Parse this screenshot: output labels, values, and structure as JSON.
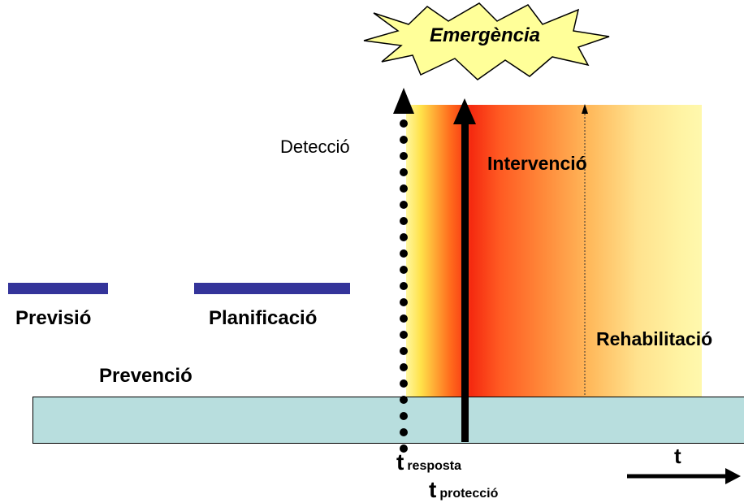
{
  "phases": {
    "previsio": "Previsió",
    "planificacio": "Planificació",
    "prevencio": "Prevenció",
    "deteccio": "Detecció",
    "intervencio": "Intervenció",
    "rehabilitacio": "Rehabilitació"
  },
  "event": {
    "label": "Emergència"
  },
  "time_markers": {
    "t": "t",
    "resposta": "resposta",
    "proteccio": "protecció"
  },
  "axis": {
    "label": "t"
  },
  "colors": {
    "bar": "#34349a",
    "prevention_box": "#b8dede",
    "burst_fill": "#ffff99",
    "gradient_peak": "#f52a10",
    "gradient_pale": "#fff8ad"
  }
}
